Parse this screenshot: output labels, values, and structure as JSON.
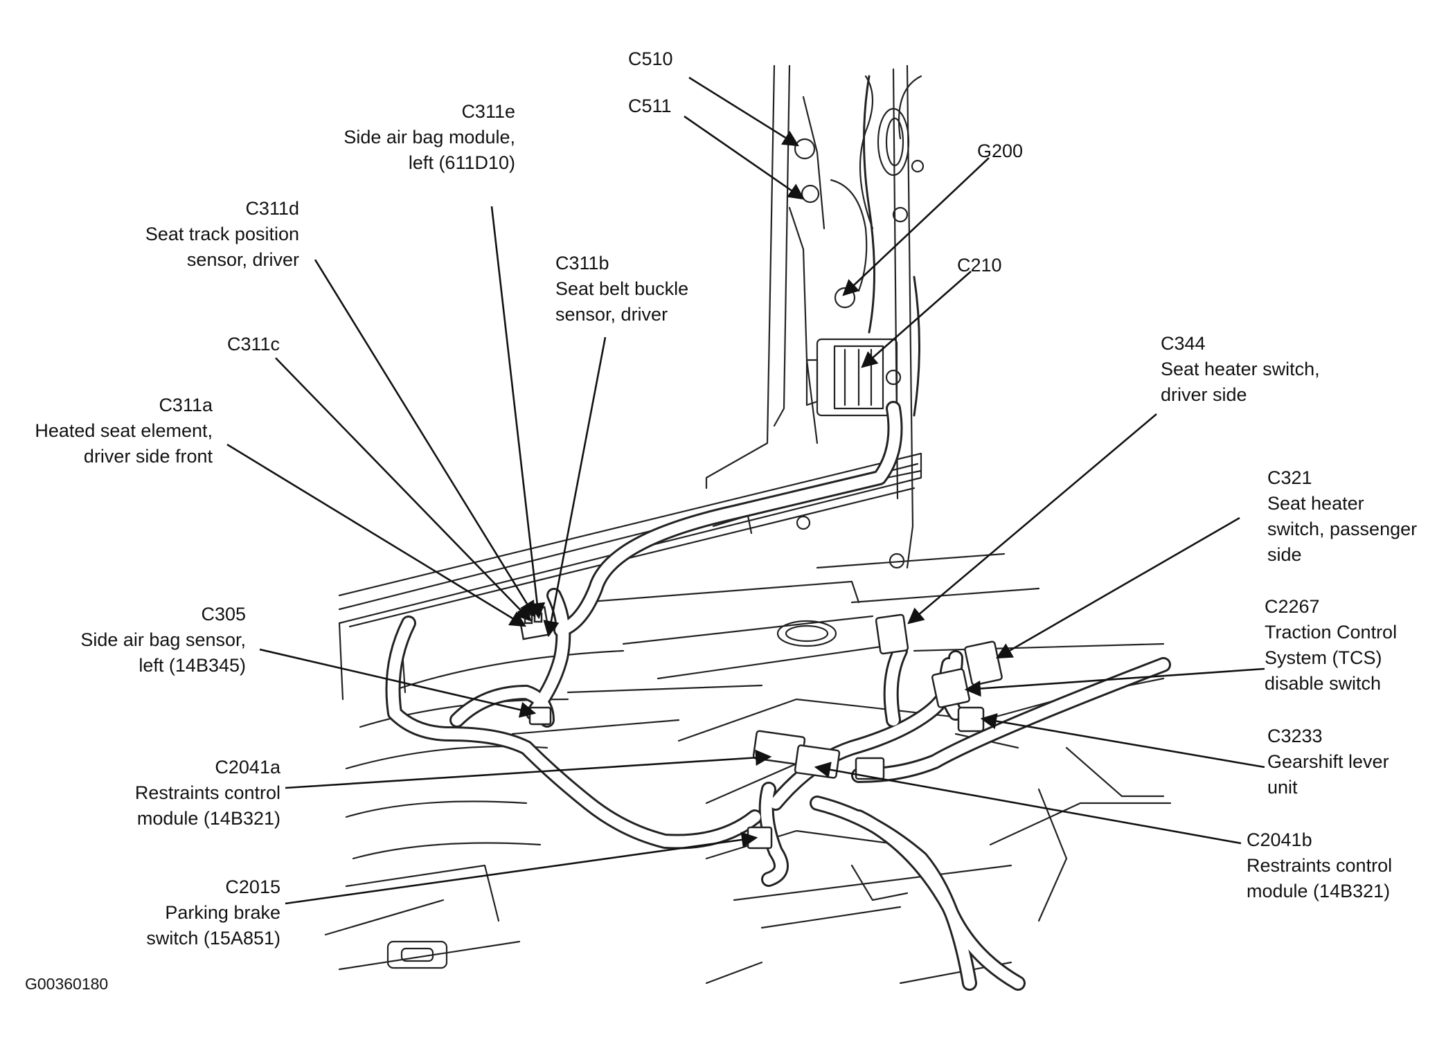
{
  "figure_id": "G00360180",
  "callouts": [
    {
      "id": "C510",
      "lines": [
        "C510"
      ]
    },
    {
      "id": "C511",
      "lines": [
        "C511"
      ]
    },
    {
      "id": "C311e",
      "lines": [
        "C311e",
        "Side air bag module,",
        "left (611D10)"
      ]
    },
    {
      "id": "G200",
      "lines": [
        "G200"
      ]
    },
    {
      "id": "C311d",
      "lines": [
        "C311d",
        "Seat track position",
        "sensor, driver"
      ]
    },
    {
      "id": "C311b",
      "lines": [
        "C311b",
        "Seat belt buckle",
        "sensor, driver"
      ]
    },
    {
      "id": "C210",
      "lines": [
        "C210"
      ]
    },
    {
      "id": "C311c",
      "lines": [
        "C311c"
      ]
    },
    {
      "id": "C344",
      "lines": [
        "C344",
        "Seat heater switch,",
        "driver side"
      ]
    },
    {
      "id": "C311a",
      "lines": [
        "C311a",
        "Heated seat element,",
        "driver side front"
      ]
    },
    {
      "id": "C321",
      "lines": [
        "C321",
        "Seat heater",
        "switch, passenger",
        "side"
      ]
    },
    {
      "id": "C305",
      "lines": [
        "C305",
        "Side air bag sensor,",
        "left (14B345)"
      ]
    },
    {
      "id": "C2267",
      "lines": [
        "C2267",
        "Traction Control",
        "System (TCS)",
        "disable switch"
      ]
    },
    {
      "id": "C3233",
      "lines": [
        "C3233",
        "Gearshift lever",
        "unit"
      ]
    },
    {
      "id": "C2041a",
      "lines": [
        "C2041a",
        "Restraints control",
        "module (14B321)"
      ]
    },
    {
      "id": "C2041b",
      "lines": [
        "C2041b",
        "Restraints control",
        "module (14B321)"
      ]
    },
    {
      "id": "C2015",
      "lines": [
        "C2015",
        "Parking brake",
        "switch (15A851)"
      ]
    }
  ]
}
